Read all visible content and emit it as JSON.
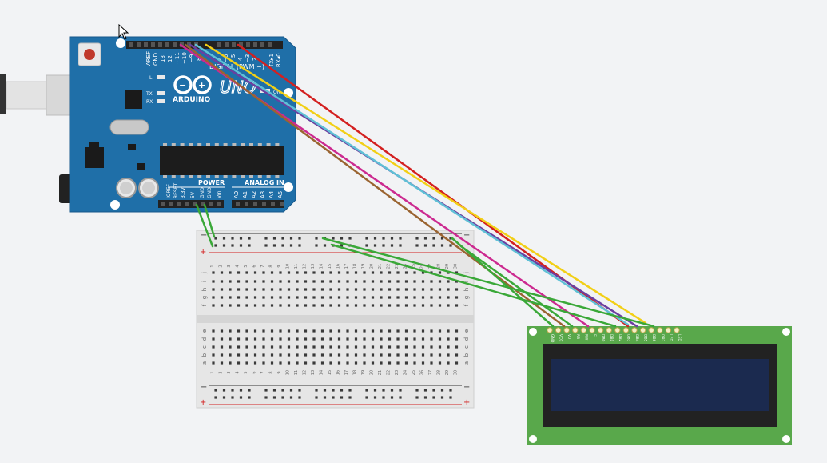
{
  "canvas": {
    "background": "#f2f3f5"
  },
  "arduino": {
    "board_color": "#1f6fa8",
    "board_text": {
      "aref": "AREF",
      "gnd": "GND",
      "d13": "13",
      "d12": "12",
      "d11": "~11",
      "d10": "~10",
      "d9": "~9",
      "d8": "8",
      "d7": "7",
      "d6": "~6",
      "d5": "~5",
      "d4": "4",
      "d3": "~3",
      "d2": "2",
      "tx1": "TX▸1",
      "rx0": "RX◂0",
      "digital_label": "DIGITAL (PWM ~)",
      "l_label": "L",
      "tx_label": "TX",
      "rx_label": "RX",
      "brand": "ARDUINO",
      "model": "UNO",
      "on_label": "ON",
      "power_label": "POWER",
      "analog_label": "ANALOG IN",
      "ioref": "IOREF",
      "reset": "RESET",
      "v33": "3.3V",
      "v5": "5V",
      "gnd1": "GND",
      "gnd2": "GND",
      "vin": "Vin",
      "a0": "A0",
      "a1": "A1",
      "a2": "A2",
      "a3": "A3",
      "a4": "A4",
      "a5": "A5"
    }
  },
  "breadboard": {
    "plus_sign": "+",
    "minus_sign": "−",
    "row_letters_top": [
      "j",
      "i",
      "h",
      "g",
      "f"
    ],
    "row_letters_bottom": [
      "e",
      "d",
      "c",
      "b",
      "a"
    ],
    "column_numbers": [
      "1",
      "2",
      "3",
      "4",
      "5",
      "6",
      "7",
      "8",
      "9",
      "10",
      "11",
      "12",
      "13",
      "14",
      "15",
      "16",
      "17",
      "18",
      "19",
      "20",
      "21",
      "22",
      "23",
      "24",
      "25",
      "26",
      "27",
      "28",
      "29",
      "30"
    ]
  },
  "lcd": {
    "board_color": "#59a84b",
    "screen_color": "#1b2a4f",
    "pin_labels": [
      "GND",
      "VCC",
      "V0",
      "RS",
      "RW",
      "E",
      "DB0",
      "DB1",
      "DB2",
      "DB3",
      "DB4",
      "DB5",
      "DB6",
      "DB7",
      "LED",
      "LED"
    ]
  },
  "wire_colors": {
    "red": "#d32020",
    "yellow": "#f2cf16",
    "purple": "#6b3fa0",
    "cyan": "#5fc0d6",
    "magenta": "#cc2a90",
    "brown": "#9a6431",
    "green": "#3aa838"
  },
  "icons": {
    "cursor": "mouse-pointer-icon"
  }
}
